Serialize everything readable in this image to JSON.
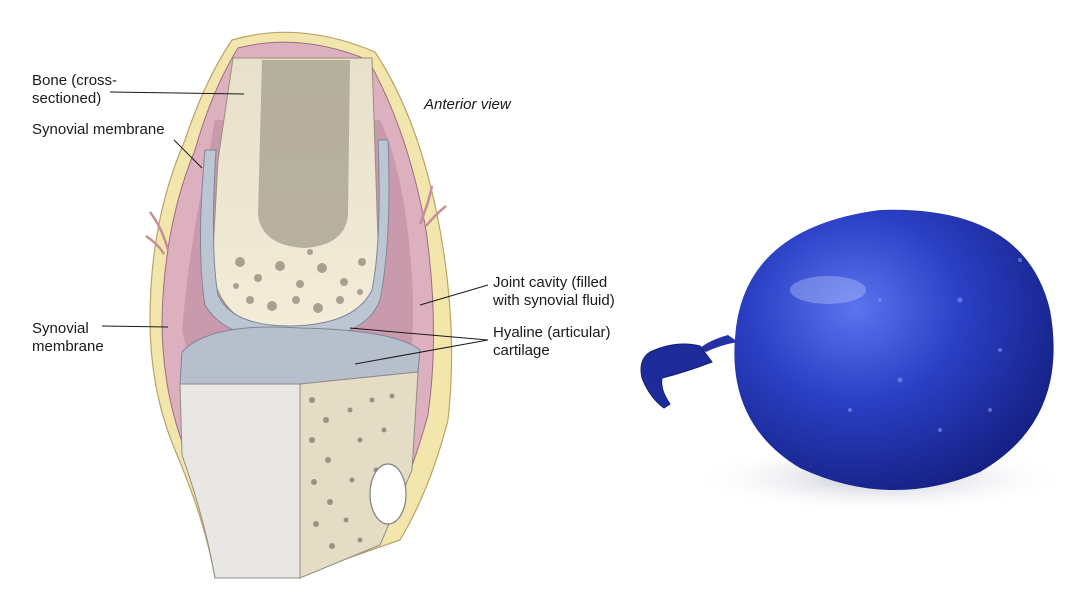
{
  "caption": "Anterior view",
  "labels": {
    "bone": "Bone (cross-\nsectioned)",
    "synovial_membrane_top": "Synovial membrane",
    "synovial_membrane_left": "Synovial\nmembrane",
    "joint_cavity": "Joint cavity (filled\nwith synovial fluid)",
    "hyaline_cartilage": "Hyaline (articular)\ncartilage"
  },
  "colors": {
    "bone": "#efe6cf",
    "cartilage": "#b9c2cf",
    "membrane": "#d9a7b8",
    "capsule": "#f2e4a8",
    "balloon": "#2b3fbf"
  }
}
